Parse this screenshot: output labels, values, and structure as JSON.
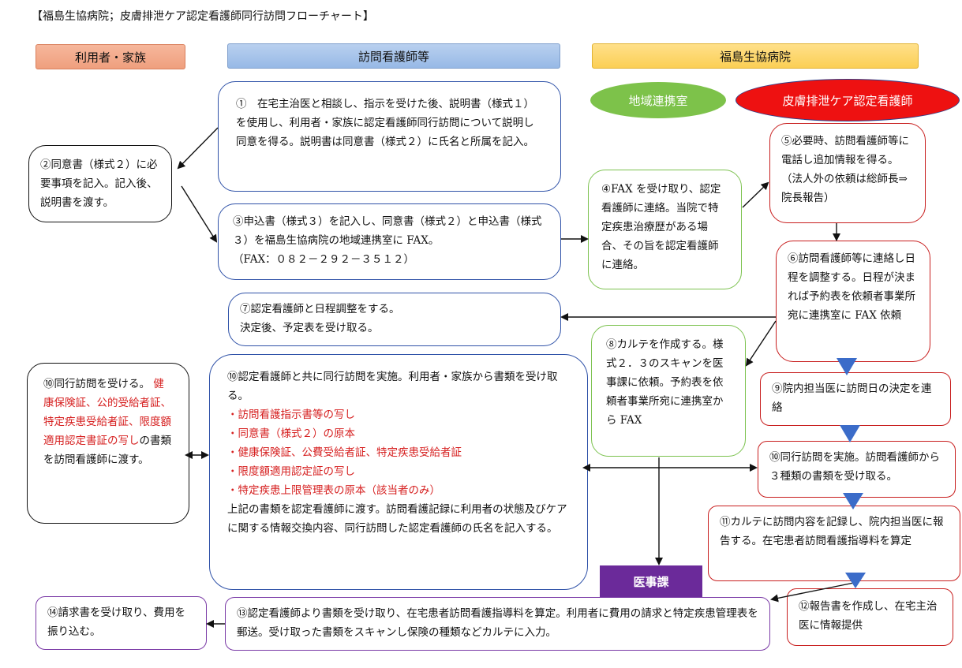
{
  "title": "【福島生協病院；皮膚排泄ケア認定看護師同行訪問フローチャート】",
  "banners": {
    "user_family": "利用者・家族",
    "visiting_nurse": "訪問看護師等",
    "hospital": "福島生協病院"
  },
  "ovals": {
    "chiiki": "地域連携室",
    "wocn": "皮膚排泄ケア認定看護師"
  },
  "boxes": {
    "b1": "①　在宅主治医と相談し、指示を受けた後、説明書（様式１）を使用し、利用者・家族に認定看護師同行訪問について説明し同意を得る。説明書は同意書（様式２）に氏名と所属を記入。",
    "b2": "②同意書（様式２）に必要事項を記入。記入後、説明書を渡す。",
    "b3_line1": "③申込書（様式３）を記入し、同意書（様式２）と申込書（様式３）を福島生協病院の地域連携室に FAX。",
    "b3_line2": "（FAX：０８２－２９２－３５１２）",
    "b4": "④FAX を受け取り、認定看護師に連絡。当院で特定疾患治療歴がある場合、その旨を認定看護師に連絡。",
    "b5": "⑤必要時、訪問看護師等に電話し追加情報を得る。（法人外の依頼は総師長⇒院長報告）",
    "b6": "⑥訪問看護師等に連絡し日程を調整する。日程が決まれば予約表を依頼者事業所宛に連携室に FAX 依頼",
    "b7_line1": "⑦認定看護師と日程調整をする。",
    "b7_line2": "決定後、予定表を受け取る。",
    "b8": "⑧カルテを作成する。様式２．３のスキャンを医事課に依頼。予約表を依頼者事業所宛に連携室から FAX",
    "b9": "⑨院内担当医に訪問日の決定を連絡",
    "b10_left_head": "⑩同行訪問を受ける。",
    "b10_left_red": "健康保険証、公的受給者証、特定疾患受給者証、限度額適用認定書証の写し",
    "b10_left_tail": "の書類を訪問看護師に渡す。",
    "b10_center_head": "⑩認定看護師と共に同行訪問を実施。利用者・家族から書類を受け取る。",
    "b10_center_items": [
      "・訪問看護指示書等の写し",
      "・同意書（様式２）の原本",
      "・健康保険証、公費受給者証、特定疾患受給者証",
      "・限度額適用認定証の写し",
      "・特定疾患上限管理表の原本（該当者のみ）"
    ],
    "b10_center_tail": "上記の書類を認定看護師に渡す。訪問看護記録に利用者の状態及びケアに関する情報交換内容、同行訪問した認定看護師の氏名を記入する。",
    "b10_right": "⑩同行訪問を実施。訪問看護師から３種類の書類を受け取る。",
    "b11": "⑪カルテに訪問内容を記録し、院内担当医に報告する。在宅患者訪問看護指導料を算定",
    "b12": "⑫報告書を作成し、在宅主治医に情報提供",
    "b13": "⑬認定看護師より書類を受け取り、在宅患者訪問看護指導料を算定。利用者に費用の請求と特定疾患管理表を郵送。受け取った書類をスキャンし保険の種類などカルテに入力。",
    "b14": "⑭請求書を受け取り、費用を振り込む。"
  },
  "ijika": "医事課",
  "colors": {
    "blue_border": "#2f52a8",
    "green_border": "#7cc24f",
    "red_border": "#c81e1e",
    "purple": "#6b2a9a",
    "oval_green": "#7dc24a",
    "oval_red": "#ee1111",
    "triangle_blue": "#3b6cc9",
    "red_text": "#d62020"
  }
}
